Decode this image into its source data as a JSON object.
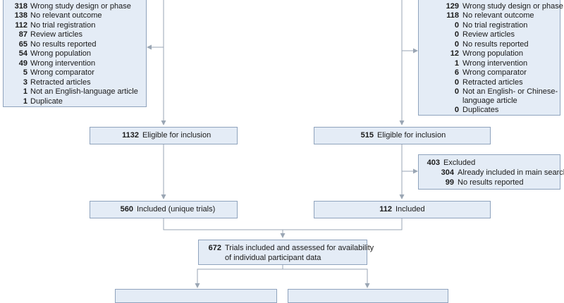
{
  "left_excluded": {
    "items": [
      {
        "count": "318",
        "label": "Wrong study design or phase"
      },
      {
        "count": "138",
        "label": "No relevant outcome"
      },
      {
        "count": "112",
        "label": "No trial registration"
      },
      {
        "count": "87",
        "label": "Review articles"
      },
      {
        "count": "65",
        "label": "No results reported"
      },
      {
        "count": "54",
        "label": "Wrong population"
      },
      {
        "count": "49",
        "label": "Wrong intervention"
      },
      {
        "count": "5",
        "label": "Wrong comparator"
      },
      {
        "count": "3",
        "label": "Retracted articles"
      },
      {
        "count": "1",
        "label": "Not an English-language article"
      },
      {
        "count": "1",
        "label": "Duplicate"
      }
    ]
  },
  "right_excluded": {
    "items": [
      {
        "count": "129",
        "label": "Wrong study design or phase"
      },
      {
        "count": "118",
        "label": "No relevant outcome"
      },
      {
        "count": "0",
        "label": "No trial registration"
      },
      {
        "count": "0",
        "label": "Review articles"
      },
      {
        "count": "0",
        "label": "No results reported"
      },
      {
        "count": "12",
        "label": "Wrong population"
      },
      {
        "count": "1",
        "label": "Wrong intervention"
      },
      {
        "count": "6",
        "label": "Wrong comparator"
      },
      {
        "count": "0",
        "label": "Retracted articles"
      },
      {
        "count": "0",
        "label": "Not an English- or Chinese-",
        "label2": "language article"
      },
      {
        "count": "0",
        "label": "Duplicates"
      }
    ]
  },
  "left_eligible": {
    "count": "1132",
    "label": "Eligible for inclusion"
  },
  "right_eligible": {
    "count": "515",
    "label": "Eligible for inclusion"
  },
  "right_excluded2": {
    "count": "403",
    "label": "Excluded",
    "items": [
      {
        "count": "304",
        "label": "Already included in main search"
      },
      {
        "count": "99",
        "label": "No results reported"
      }
    ]
  },
  "left_included": {
    "count": "560",
    "label": "Included (unique trials)"
  },
  "right_included": {
    "count": "112",
    "label": "Included"
  },
  "combined": {
    "count": "672",
    "label": "Trials included and assessed for availability",
    "label2": "of individual participant data"
  },
  "colors": {
    "box_fill": "#e4ecf6",
    "box_border": "#8fa3bd",
    "line": "#9aa6b4"
  }
}
